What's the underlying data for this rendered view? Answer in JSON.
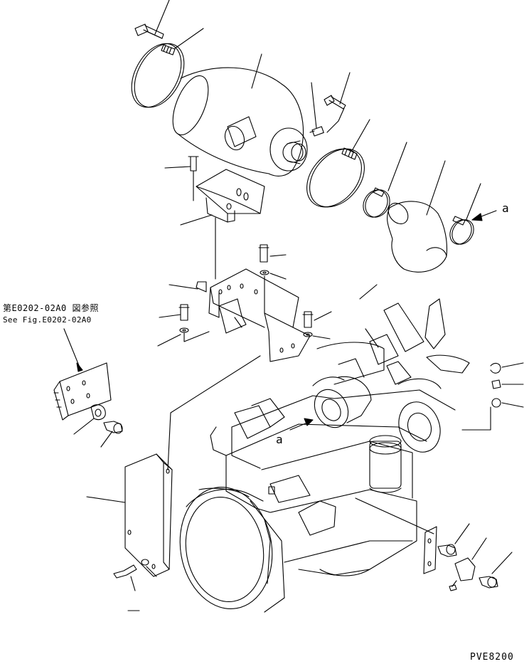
{
  "reference": {
    "japanese": "第E0202-02A0 図参照",
    "english": "See Fig.E0202-02A0"
  },
  "callouts": {
    "a_upper": "a",
    "a_lower": "a"
  },
  "drawing_code": "PVE8200"
}
